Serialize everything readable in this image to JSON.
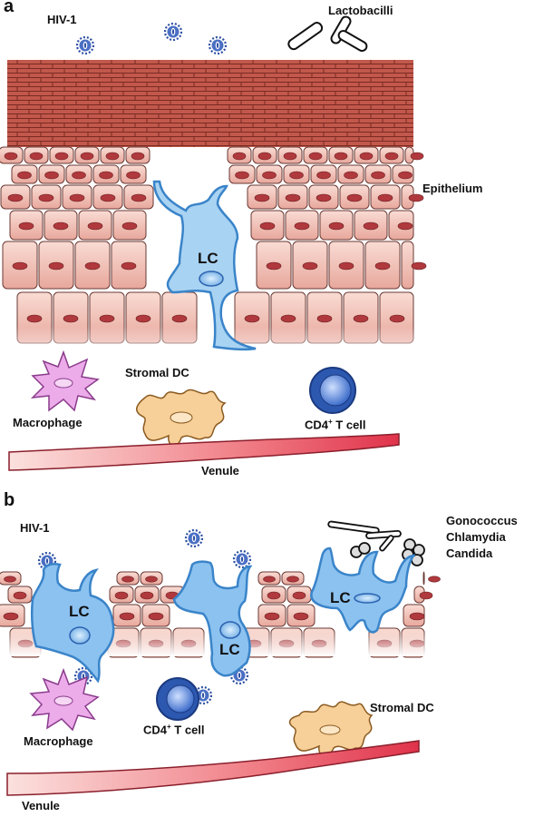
{
  "panel_a": {
    "letter": "a",
    "labels": {
      "hiv": "HIV-1",
      "lactobacilli": "Lactobacilli",
      "epithelium": "Epithelium",
      "lc": "LC",
      "stromal_dc": "Stromal DC",
      "macrophage": "Macrophage",
      "cd4_prefix": "CD4",
      "cd4_sup": "+",
      "cd4_suffix": " T cell",
      "venule": "Venule"
    }
  },
  "panel_b": {
    "letter": "b",
    "labels": {
      "hiv": "HIV-1",
      "gonococcus": "Gonococcus",
      "chlamydia": "Chlamydia",
      "candida": "Candida",
      "lc1": "LC",
      "lc2": "LC",
      "lc3": "LC",
      "stromal_dc": "Stromal DC",
      "macrophage": "Macrophage",
      "cd4_prefix": "CD4",
      "cd4_sup": "+",
      "cd4_suffix": " T cell",
      "venule": "Venule"
    }
  },
  "colors": {
    "keratin": "#b2453b",
    "cell_fill": "#f1c2b8",
    "nucleus": "#b0393d",
    "lc": "#7fb8e8",
    "lc_outline": "#3a84c9",
    "virus": "#2b4ea0",
    "macrophage": "#e79ae6",
    "stromal_dc": "#f6c98d",
    "tcell": "#4f7fd9",
    "venule": "#e8495a"
  }
}
